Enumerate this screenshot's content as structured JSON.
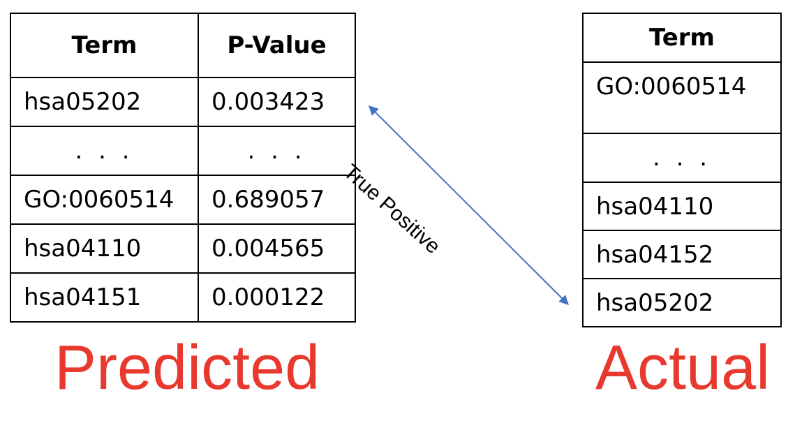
{
  "predicted": {
    "headers": [
      "Term",
      "P-Value"
    ],
    "rows": [
      [
        "hsa05202",
        "0.003423"
      ],
      [
        ". . .",
        ". . ."
      ],
      [
        "GO:0060514",
        "0.689057"
      ],
      [
        "hsa04110",
        "0.004565"
      ],
      [
        "hsa04151",
        "0.000122"
      ]
    ],
    "label": "Predicted"
  },
  "actual": {
    "header": "Term",
    "rows": [
      "GO:0060514",
      ". . .",
      "hsa04110",
      "hsa04152",
      "hsa05202"
    ],
    "label": "Actual"
  },
  "connector": {
    "label": "True Positive",
    "color": "#4472c4"
  },
  "colors": {
    "label_red": "#e8392f"
  }
}
